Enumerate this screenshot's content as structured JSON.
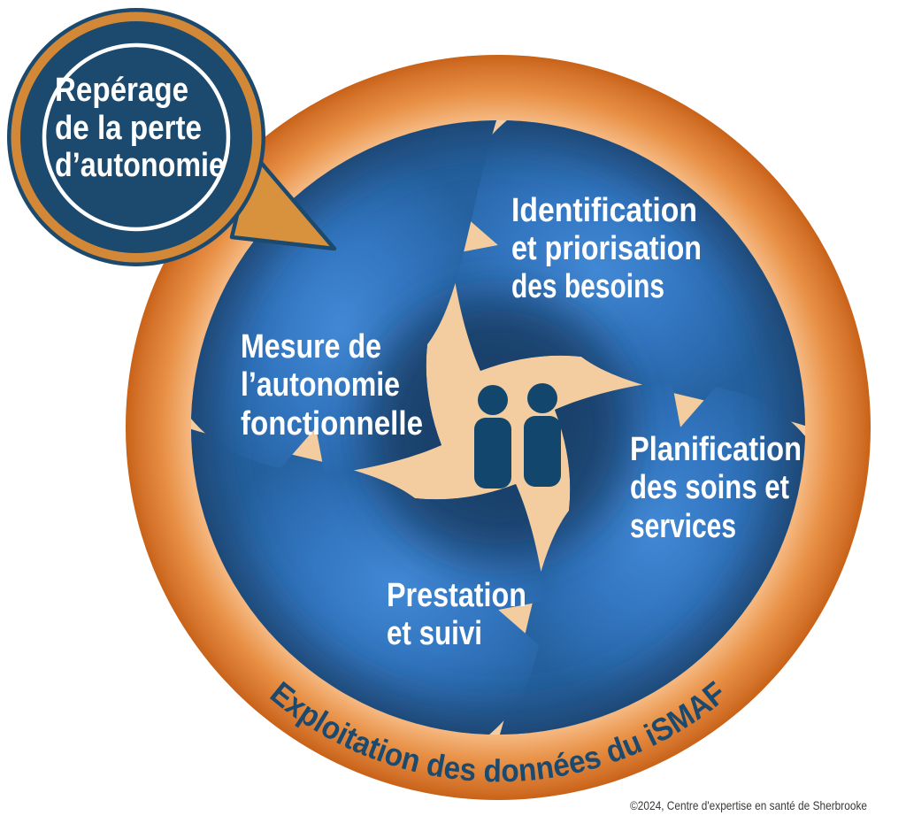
{
  "diagram": {
    "callout": {
      "lines": [
        "Repérage",
        "de la perte",
        "d’autonomie"
      ]
    },
    "cycle_segments": [
      {
        "name": "identification",
        "label_lines": [
          "Identification",
          "et priorisation",
          "des besoins"
        ]
      },
      {
        "name": "planification",
        "label_lines": [
          "Planification",
          "des soins et",
          "services"
        ]
      },
      {
        "name": "prestation",
        "label_lines": [
          "Prestation",
          "et suivi"
        ]
      },
      {
        "name": "mesure",
        "label_lines": [
          "Mesure de",
          "l’autonomie",
          "fonctionnelle"
        ]
      }
    ],
    "ring_label": "Exploitation des données du iSMAF",
    "center_icon": "two-persons-icon",
    "copyright": "©2024, Centre d'expertise en santé de Sherbrooke",
    "colors": {
      "navy": "#1c4a6e",
      "segment_blue": "#2a6cb3",
      "segment_glow_blue": "#4289d5",
      "cream": "#f3cda0",
      "ring_orange_outer": "#c86218",
      "ring_orange_inner": "#f6bb85",
      "badge_orange": "#d28836",
      "tail_orange": "#d8913c",
      "label_white": "#ffffff",
      "copyright_gray": "#3d3935"
    }
  }
}
